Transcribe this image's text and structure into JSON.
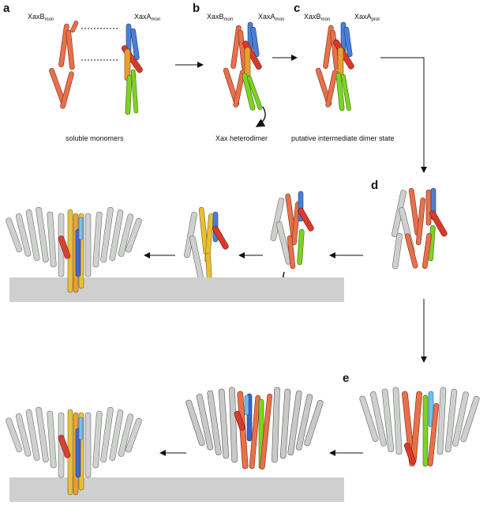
{
  "panels": {
    "a": "a",
    "b": "b",
    "c": "c",
    "d": "d",
    "e": "e"
  },
  "labels": {
    "a_left": {
      "main": "XaxB",
      "sub": "mon"
    },
    "a_right": {
      "main": "XaxA",
      "sub": "mon"
    },
    "b_left": {
      "main": "XaxB",
      "sub": "mon"
    },
    "b_right": {
      "main": "XaxA",
      "sub": "mon"
    },
    "c_left": {
      "main": "XaxB",
      "sub": "mon"
    },
    "c_right": {
      "main": "XaxA",
      "sub": "prot"
    }
  },
  "captions": {
    "a": "soluble monomers",
    "b": "Xax heterodimer",
    "c": "putative intermediate dimer state"
  },
  "colors": {
    "xaxB": "#e8704a",
    "xaxA_blue": "#4a7fd6",
    "xaxA_red": "#d83a2a",
    "xaxA_green": "#7ed321",
    "xaxA_orange": "#e8a030",
    "gold": "#e8c030",
    "grey_protein": "#c8cac8",
    "membrane": "#cfcfcf"
  }
}
